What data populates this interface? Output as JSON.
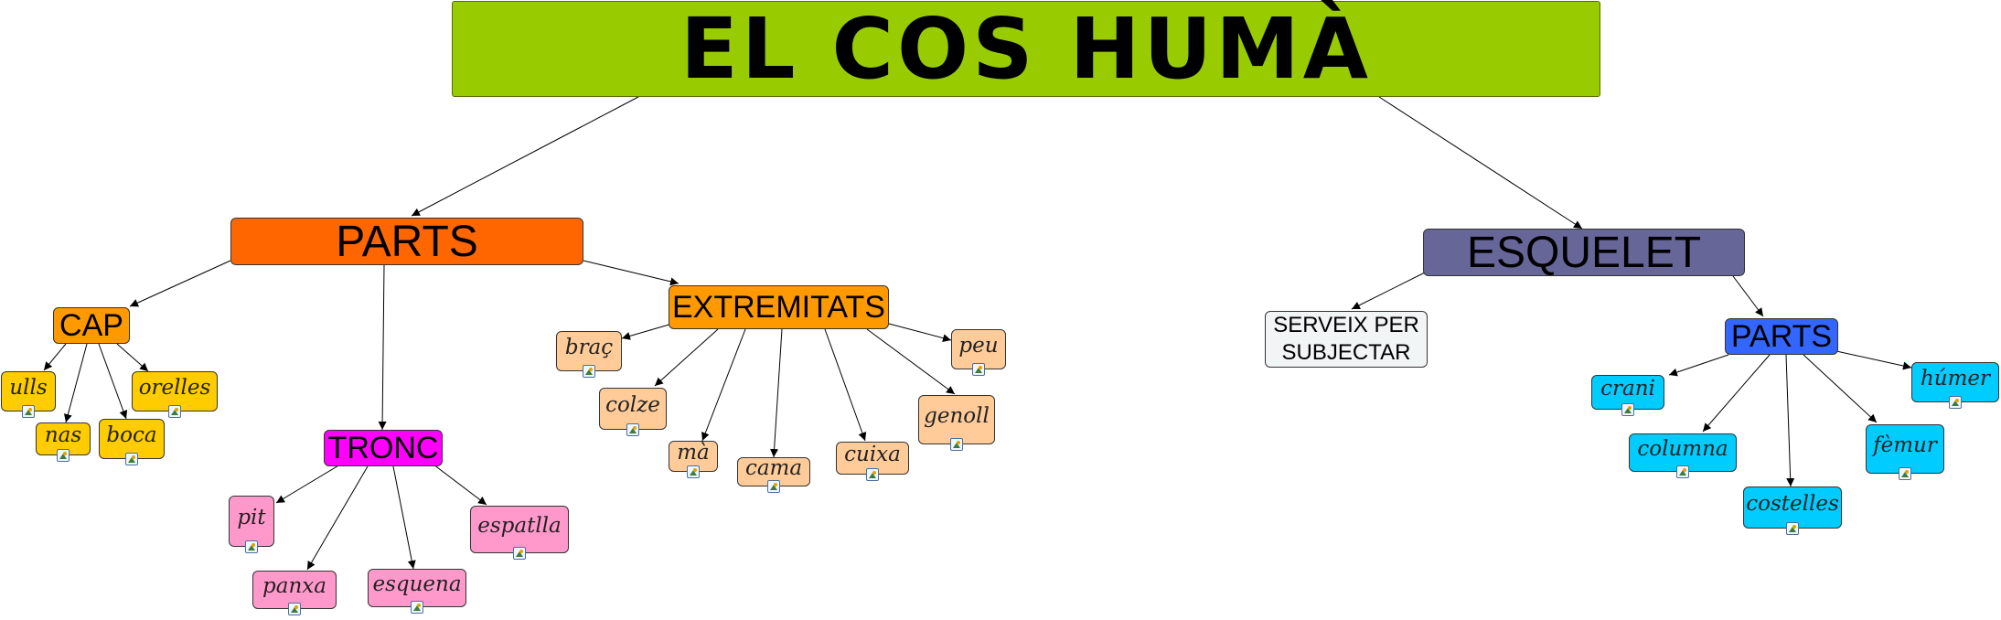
{
  "colors": {
    "title": "#99cc00",
    "parts": "#ff6600",
    "cap": "#ff9900",
    "cap_items": "#ffcc00",
    "tronc": "#ff00ff",
    "tronc_items": "#ff99cc",
    "extremitats": "#ff9900",
    "extremitats_items": "#ffcc99",
    "esquelet": "#666699",
    "esquelet_parts": "#3366ff",
    "esquelet_items": "#00ccff",
    "serveix": "#f2f5f5"
  },
  "map": {
    "title": "EL COS HUMÀ",
    "parts": {
      "label": "PARTS",
      "cap": {
        "label": "CAP",
        "items": [
          "ulls",
          "nas",
          "boca",
          "orelles"
        ]
      },
      "tronc": {
        "label": "TRONC",
        "items": [
          "pit",
          "panxa",
          "esquena",
          "espatlla"
        ]
      },
      "extremitats": {
        "label": "EXTREMITATS",
        "items": [
          "braç",
          "colze",
          "mà",
          "cama",
          "cuixa",
          "genoll",
          "peu"
        ]
      }
    },
    "esquelet": {
      "label": "ESQUELET",
      "serveix_line1": "SERVEIX PER",
      "serveix_line2": "SUBJECTAR",
      "parts": {
        "label": "PARTS",
        "items": [
          "crani",
          "columna",
          "costelles",
          "fèmur",
          "húmer"
        ]
      }
    }
  },
  "icons": {
    "attachment": "image-attachment-icon"
  }
}
